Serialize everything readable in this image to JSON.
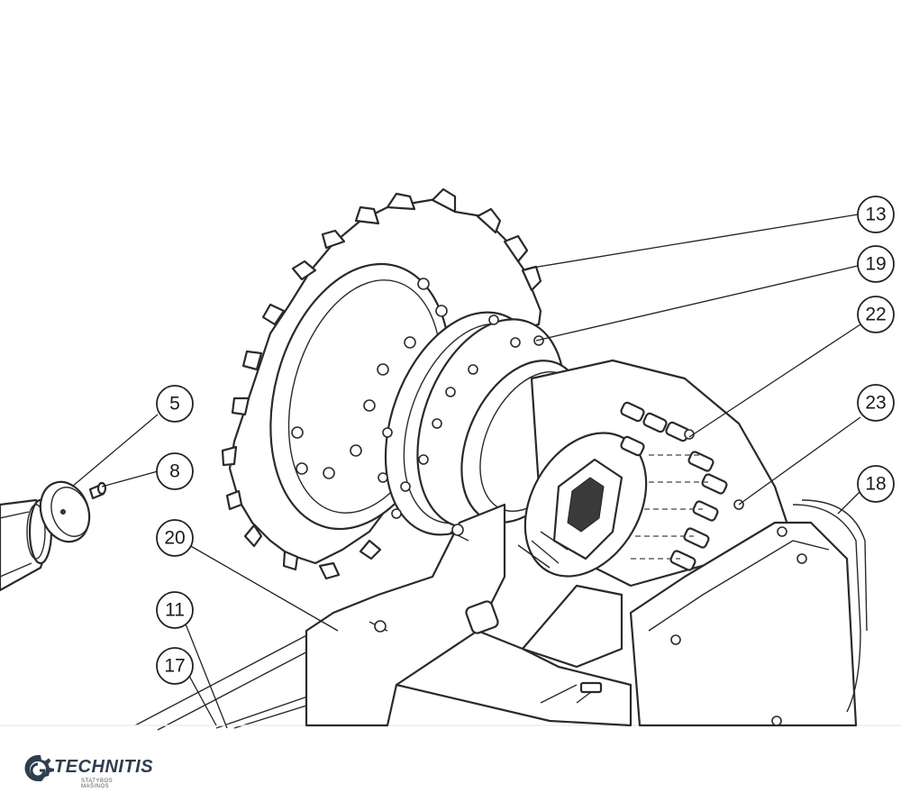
{
  "callouts": {
    "c13": "13",
    "c19": "19",
    "c22": "22",
    "c23": "23",
    "c18": "18",
    "c5": "5",
    "c8": "8",
    "c20": "20",
    "c11": "11",
    "c17": "17"
  },
  "logo": {
    "name": "TECHNITIS",
    "subtitle": "STATYBOS MAŠINOS"
  },
  "colors": {
    "line": "#2a2a2a",
    "logo_text": "#2f3d4f"
  }
}
